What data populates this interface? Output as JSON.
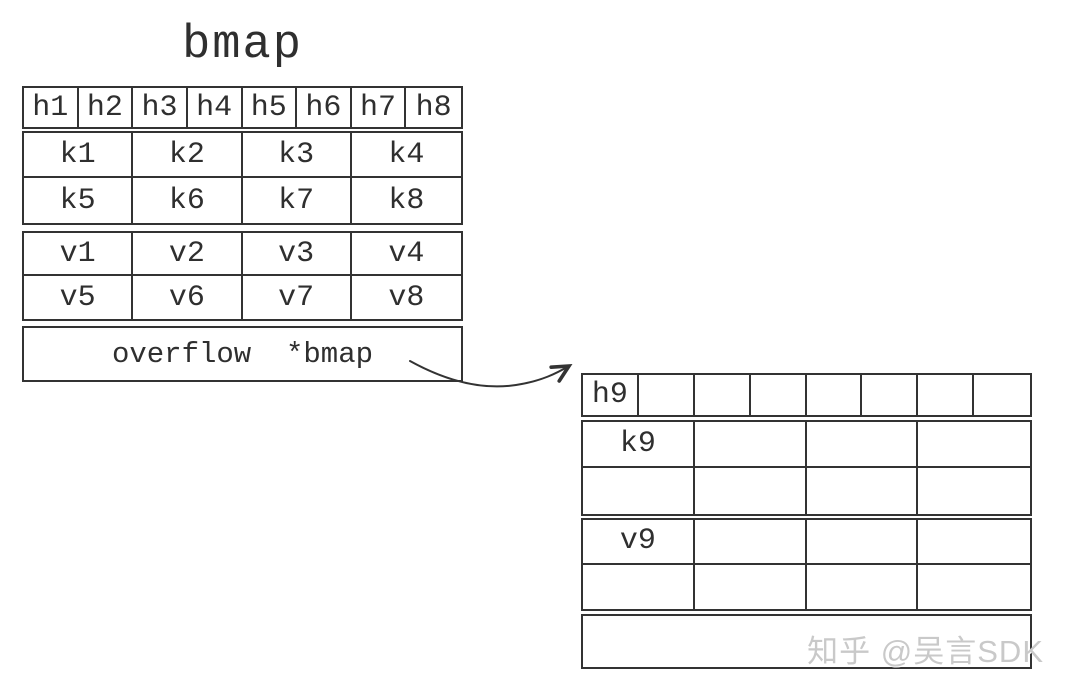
{
  "title": "bmap",
  "left_bucket": {
    "header_cells": [
      "h1",
      "h2",
      "h3",
      "h4",
      "h5",
      "h6",
      "h7",
      "h8"
    ],
    "key_cells": [
      "k1",
      "k2",
      "k3",
      "k4",
      "k5",
      "k6",
      "k7",
      "k8"
    ],
    "value_cells": [
      "v1",
      "v2",
      "v3",
      "v4",
      "v5",
      "v6",
      "v7",
      "v8"
    ],
    "overflow_label": "overflow  *bmap"
  },
  "overflow_bucket": {
    "header_cells": [
      "h9",
      "",
      "",
      "",
      "",
      "",
      "",
      ""
    ],
    "key_cells": [
      "k9",
      "",
      "",
      "",
      "",
      "",
      "",
      ""
    ],
    "value_cells": [
      "v9",
      "",
      "",
      "",
      "",
      "",
      "",
      ""
    ],
    "overflow_label": ""
  },
  "watermark": "知乎 @吴言SDK",
  "colors": {
    "line": "#333333",
    "text": "#2f2f2f",
    "watermark": "#c9c9c9",
    "background": "#ffffff"
  }
}
